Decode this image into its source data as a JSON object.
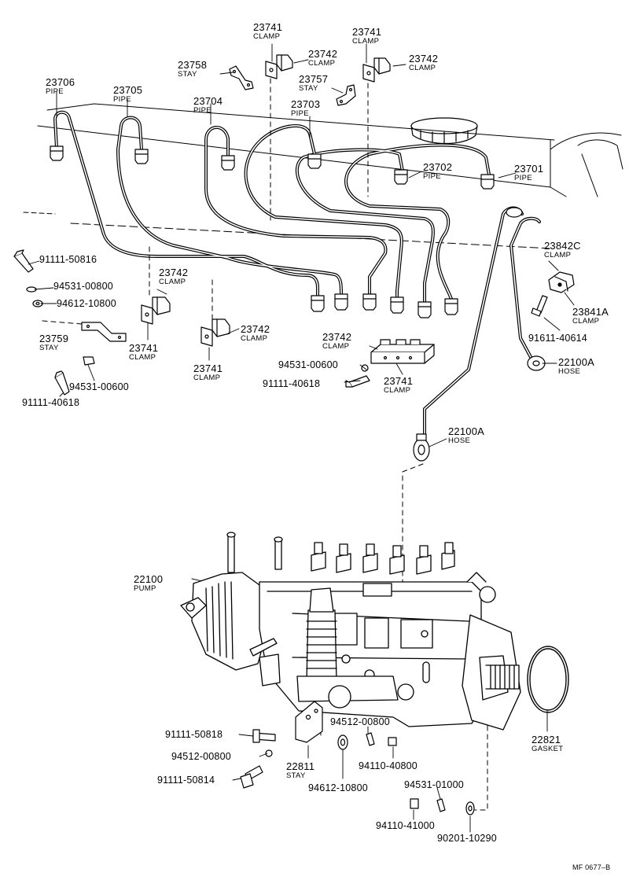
{
  "figure_id": "MF 0677–B",
  "callouts": {
    "p23706": {
      "number": "23706",
      "name": "PIPE"
    },
    "p23705": {
      "number": "23705",
      "name": "PIPE"
    },
    "p23704": {
      "number": "23704",
      "name": "PIPE"
    },
    "p23703": {
      "number": "23703",
      "name": "PIPE"
    },
    "p23702": {
      "number": "23702",
      "name": "PIPE"
    },
    "p23701": {
      "number": "23701",
      "name": "PIPE"
    },
    "c23741a": {
      "number": "23741",
      "name": "CLAMP"
    },
    "c23742a": {
      "number": "23742",
      "name": "CLAMP"
    },
    "c23741b": {
      "number": "23741",
      "name": "CLAMP"
    },
    "c23742b": {
      "number": "23742",
      "name": "CLAMP"
    },
    "s23758": {
      "number": "23758",
      "name": "STAY"
    },
    "s23757": {
      "number": "23757",
      "name": "STAY"
    },
    "c23842c": {
      "number": "23842C",
      "name": "CLAMP"
    },
    "c23841a": {
      "number": "23841A",
      "name": "CLAMP"
    },
    "c23742c": {
      "number": "23742",
      "name": "CLAMP"
    },
    "c23741c": {
      "number": "23741",
      "name": "CLAMP"
    },
    "s23759": {
      "number": "23759",
      "name": "STAY"
    },
    "c23742d": {
      "number": "23742",
      "name": "CLAMP"
    },
    "c23741d": {
      "number": "23741",
      "name": "CLAMP"
    },
    "c23742e": {
      "number": "23742",
      "name": "CLAMP"
    },
    "c23741e": {
      "number": "23741",
      "name": "CLAMP"
    },
    "h22100a1": {
      "number": "22100A",
      "name": "HOSE"
    },
    "h22100a2": {
      "number": "22100A",
      "name": "HOSE"
    },
    "pump": {
      "number": "22100",
      "name": "PUMP"
    },
    "gasket": {
      "number": "22821",
      "name": "GASKET"
    },
    "s22811": {
      "number": "22811",
      "name": "STAY"
    }
  },
  "part_numbers": {
    "pn1": "91111-50816",
    "pn2": "94531-00800",
    "pn3": "94612-10800",
    "pn4": "94531-00600",
    "pn5": "91111-40618",
    "pn6": "94531-00600",
    "pn7": "91111-40618",
    "pn8": "91611-40614",
    "pn9": "91111-50818",
    "pn10": "94512-00800",
    "pn11": "91111-50814",
    "pn12": "94612-10800",
    "pn13": "94512-00800",
    "pn14": "94110-40800",
    "pn15": "94531-01000",
    "pn16": "94110-41000",
    "pn17": "90201-10290"
  }
}
